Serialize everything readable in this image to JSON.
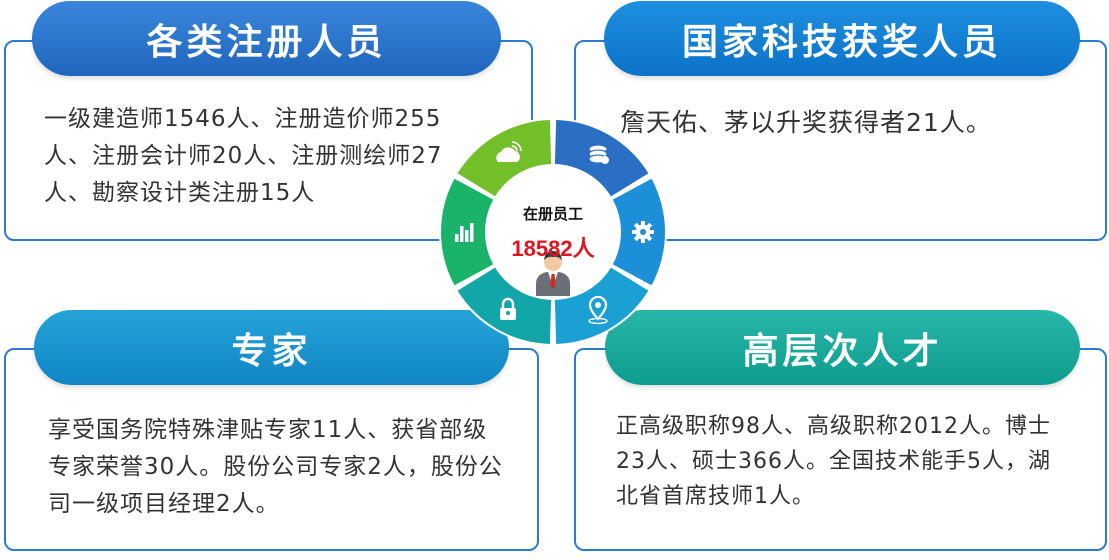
{
  "cards": {
    "registered": {
      "title": "各类注册人员",
      "text": "一级建造师1546人、注册造价师255人、注册会计师20人、注册测绘师27人、勘察设计类注册15人"
    },
    "awards": {
      "title": "国家科技获奖人员",
      "text": "詹天佑、茅以升奖获得者21人。"
    },
    "experts": {
      "title": "专家",
      "text": "享受国务院特殊津贴专家11人、获省部级专家荣誉30人。股份公司专家2人，股份公司一级项目经理2人。"
    },
    "talent": {
      "title": "高层次人才",
      "text": "正高级职称98人、高级职称2012人。博士23人、硕士366人。全国技术能手5人，湖北省首席技师1人。"
    }
  },
  "center": {
    "label": "在册员工",
    "value": "18582人"
  },
  "wheel_segments": [
    {
      "icon": "database-icon",
      "color": "#2a6fc4"
    },
    {
      "icon": "gear-icon",
      "color": "#1d8fd8"
    },
    {
      "icon": "location-pin-icon",
      "color": "#1aa0d3"
    },
    {
      "icon": "lock-icon",
      "color": "#12a6a8"
    },
    {
      "icon": "bar-chart-icon",
      "color": "#19b46a"
    },
    {
      "icon": "cloud-wifi-icon",
      "color": "#72bf2a"
    }
  ],
  "colors": {
    "card_border": "#2b7ccf",
    "value_red": "#e0141e"
  }
}
